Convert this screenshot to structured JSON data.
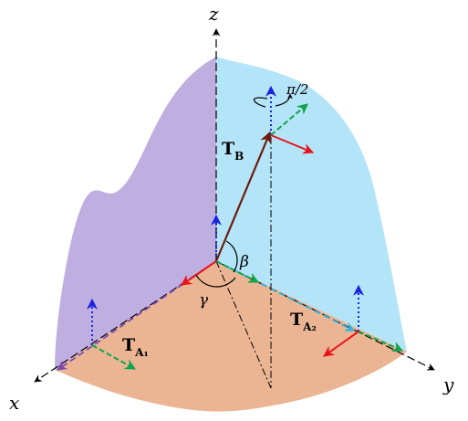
{
  "axes": {
    "x_label": "x",
    "y_label": "y",
    "z_label": "z"
  },
  "angles": {
    "beta": "β",
    "gamma": "γ",
    "rotation": "π/2"
  },
  "frames": {
    "tb": {
      "main": "T",
      "sub": "B"
    },
    "ta1": {
      "main": "T",
      "sub": "A₁"
    },
    "ta2": {
      "main": "T",
      "sub": "A₂"
    }
  },
  "colors": {
    "surface_xz": "#bfaee0",
    "surface_yz": "#b4e4f8",
    "surface_xy": "#ebb594",
    "vector_x": "#e8141c",
    "vector_y": "#0da44a",
    "vector_z": "#1b22e0",
    "position_vector": "#6a1c0e",
    "edge_x": "#7a4aa8",
    "edge_y": "#28b4e4"
  }
}
